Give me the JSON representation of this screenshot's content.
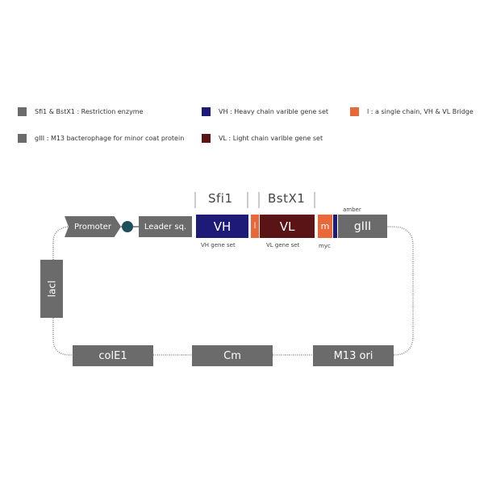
{
  "colors": {
    "gray": "#6b6b6b",
    "vh": "#1e1a78",
    "vl": "#5a1416",
    "linker": "#e8683a",
    "dot": "#1f4f5a"
  },
  "legend": [
    {
      "text": "Sfi1 & BstX1 : Restriction enzyme",
      "color": "#6b6b6b"
    },
    {
      "text": "VH : Heavy chain varible gene set",
      "color": "#1e1a78"
    },
    {
      "text": "l : a single chain, VH & VL Bridge",
      "color": "#e8683a"
    },
    {
      "text": "gIII : M13 bacterophage for minor coat protein",
      "color": "#6b6b6b"
    },
    {
      "text": "VL : Light chain varible gene set",
      "color": "#5a1416"
    }
  ],
  "sites": {
    "sfi1": "Sfi1",
    "bstx1": "BstX1"
  },
  "blocks": {
    "promoter": "Promoter",
    "leader": "Leader sq.",
    "vh": "VH",
    "linker": "l",
    "vl": "VL",
    "myc_block": "m",
    "g3": "gIII",
    "lacl": "lacl",
    "cole1": "colE1",
    "cm": "Cm",
    "m13ori": "M13 ori"
  },
  "labels": {
    "amber": "amber",
    "vh_gene_set": "VH gene set",
    "vl_gene_set": "VL gene set",
    "myc": "myc"
  }
}
